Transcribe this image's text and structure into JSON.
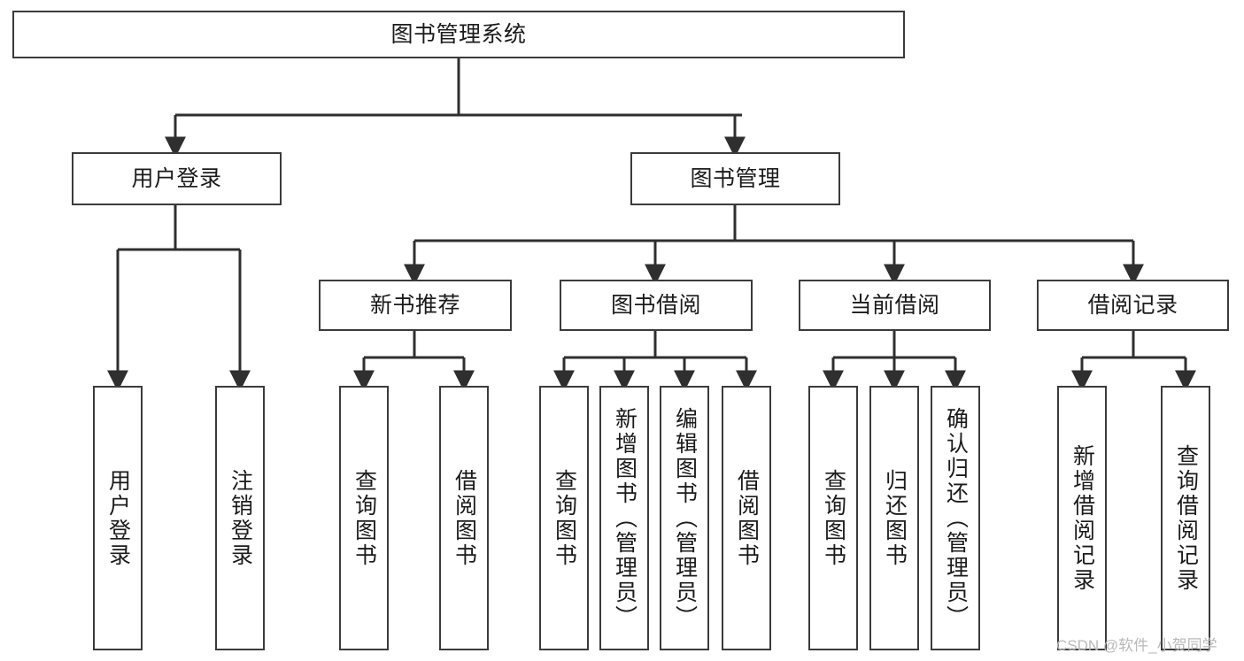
{
  "diagram": {
    "title": "图书管理系统",
    "type": "hierarchy-tree",
    "watermark": "CSDN @软件_小贺同学",
    "colors": {
      "background": "#ffffff",
      "box_border": "#3b3b3b",
      "box_fill": "#ffffff",
      "connector": "#2f2f2f",
      "text": "#1b1b1b",
      "watermark": "#b9b9b9"
    },
    "nodes": {
      "root": {
        "label": "图书管理系统"
      },
      "level1": [
        {
          "label": "用户登录"
        },
        {
          "label": "图书管理"
        }
      ],
      "level2": [
        {
          "label": "新书推荐"
        },
        {
          "label": "图书借阅"
        },
        {
          "label": "当前借阅"
        },
        {
          "label": "借阅记录"
        }
      ],
      "leaves": {
        "user_login": [
          {
            "label": "用户登录"
          },
          {
            "label": "注销登录"
          }
        ],
        "new_book_recommend": [
          {
            "label": "查询图书"
          },
          {
            "label": "借阅图书"
          }
        ],
        "book_borrow": [
          {
            "label": "查询图书"
          },
          {
            "label": "新增图书（管理员）"
          },
          {
            "label": "编辑图书（管理员）"
          },
          {
            "label": "借阅图书"
          }
        ],
        "current_borrow": [
          {
            "label": "查询图书"
          },
          {
            "label": "归还图书"
          },
          {
            "label": "确认归还（管理员）"
          }
        ],
        "borrow_record": [
          {
            "label": "新增借阅记录"
          },
          {
            "label": "查询借阅记录"
          }
        ]
      }
    }
  }
}
